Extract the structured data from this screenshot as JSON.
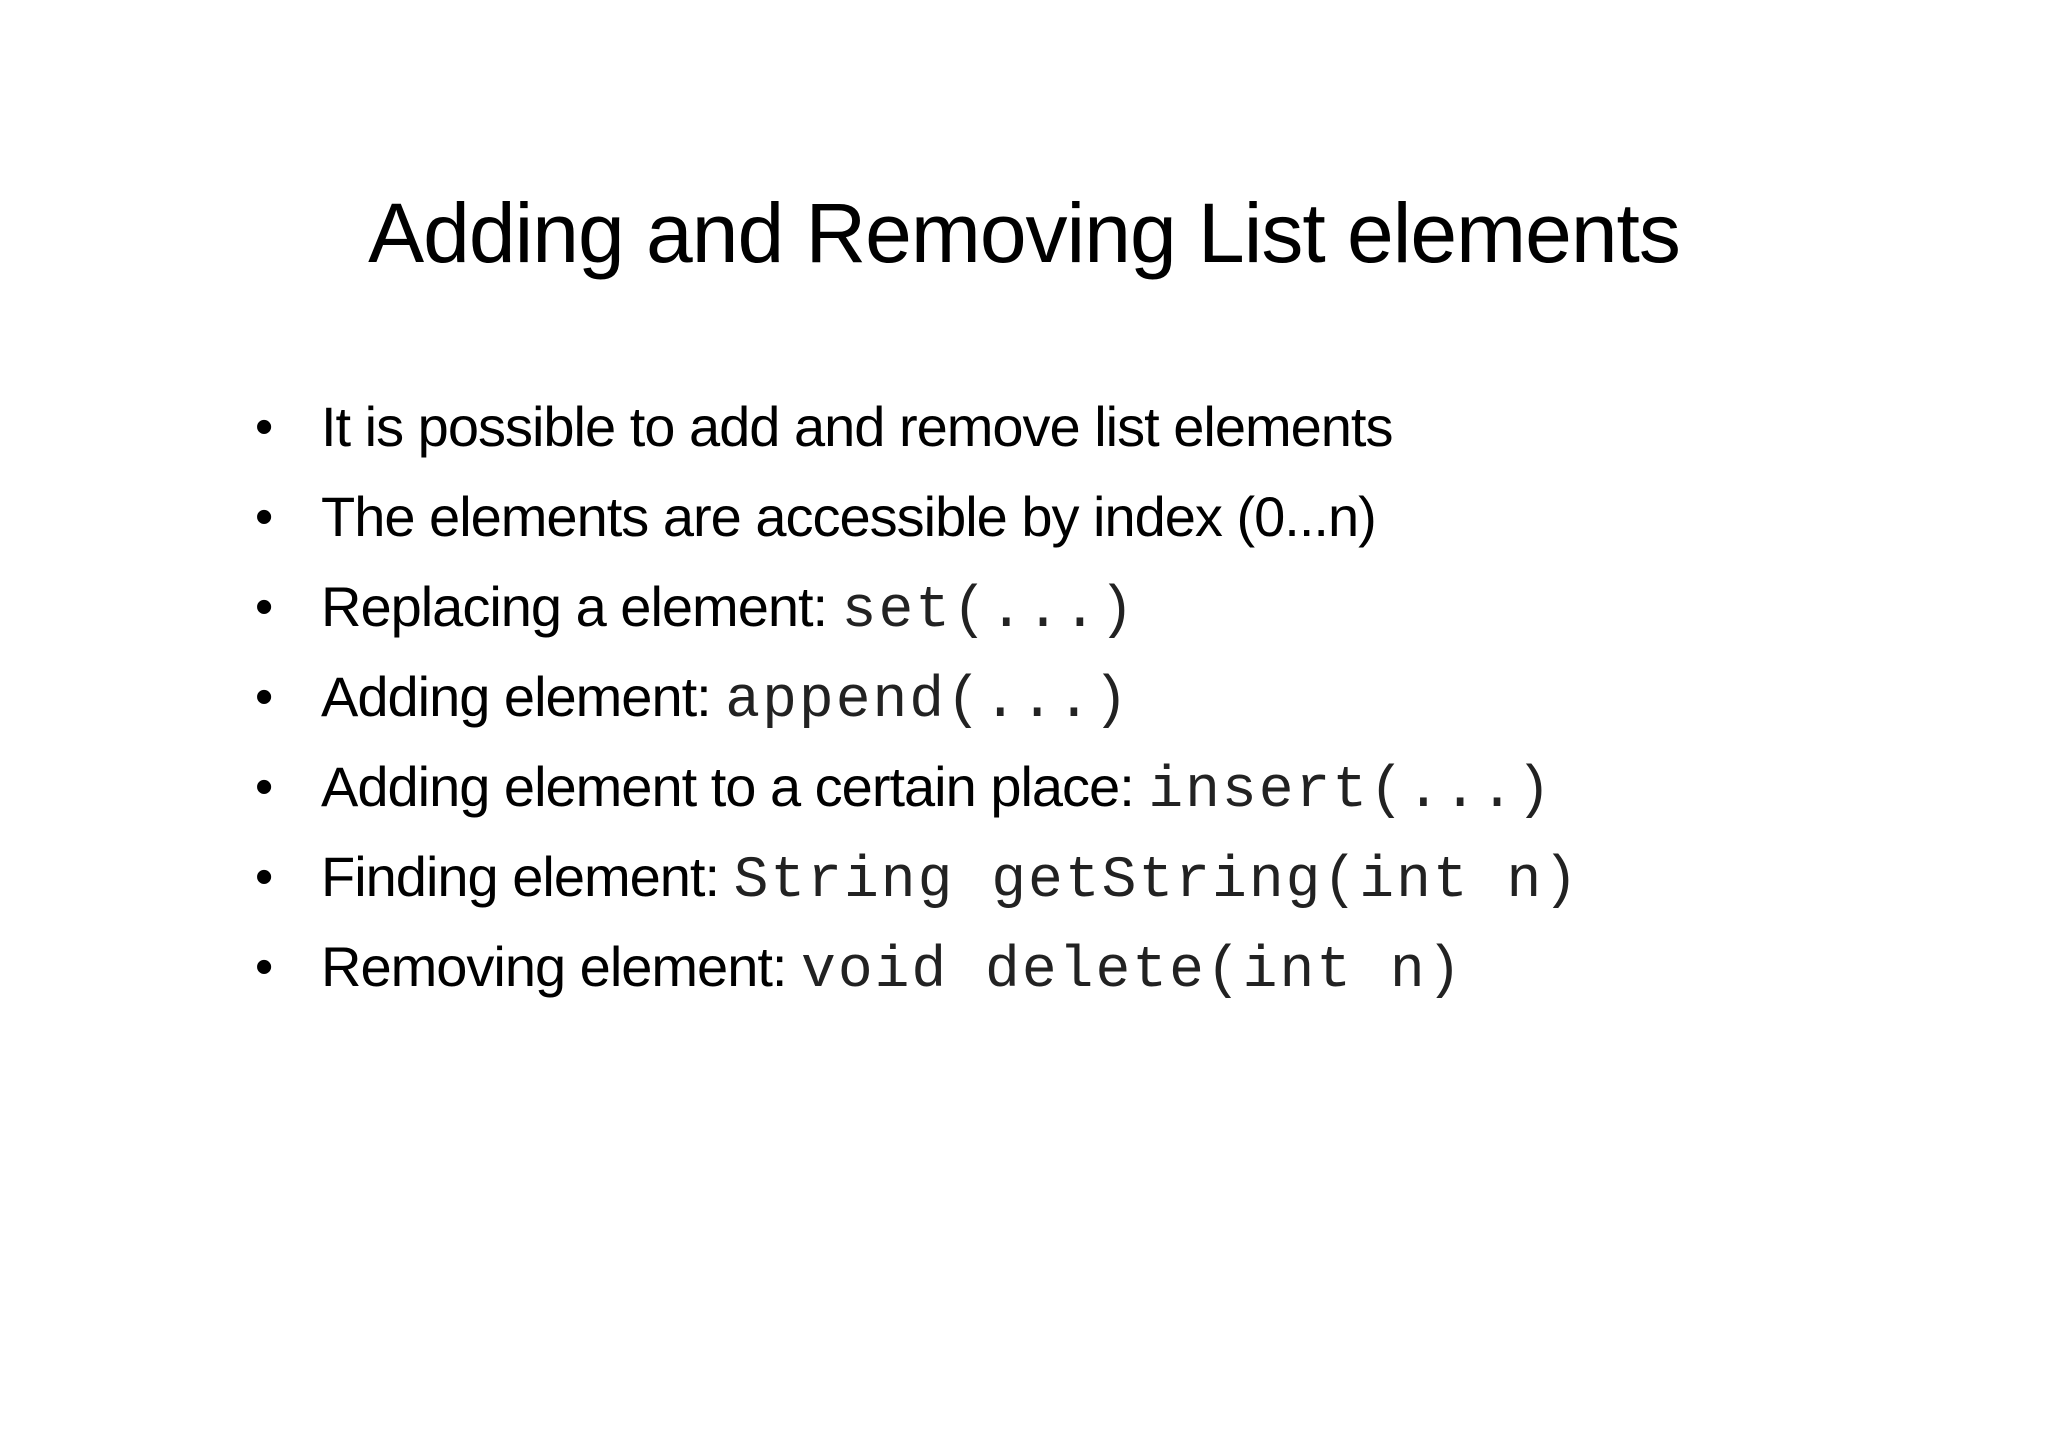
{
  "slide": {
    "title": "Adding and Removing List elements",
    "bullet_symbol": "•",
    "bullets": [
      {
        "text": "It is possible to add and remove list elements",
        "code": ""
      },
      {
        "text": "The elements are accessible by index (0...n)",
        "code": ""
      },
      {
        "text": "Replacing a element: ",
        "code": "set(...)"
      },
      {
        "text": "Adding element: ",
        "code": "append(...)"
      },
      {
        "text": "Adding element to a certain place: ",
        "code": "insert(...)"
      },
      {
        "text": "Finding element: ",
        "code": "String getString(int n)"
      },
      {
        "text": "Removing element: ",
        "code": "void delete(int n)"
      }
    ]
  },
  "colors": {
    "background": "#ffffff",
    "text": "#000000",
    "code_text": "#222222"
  }
}
